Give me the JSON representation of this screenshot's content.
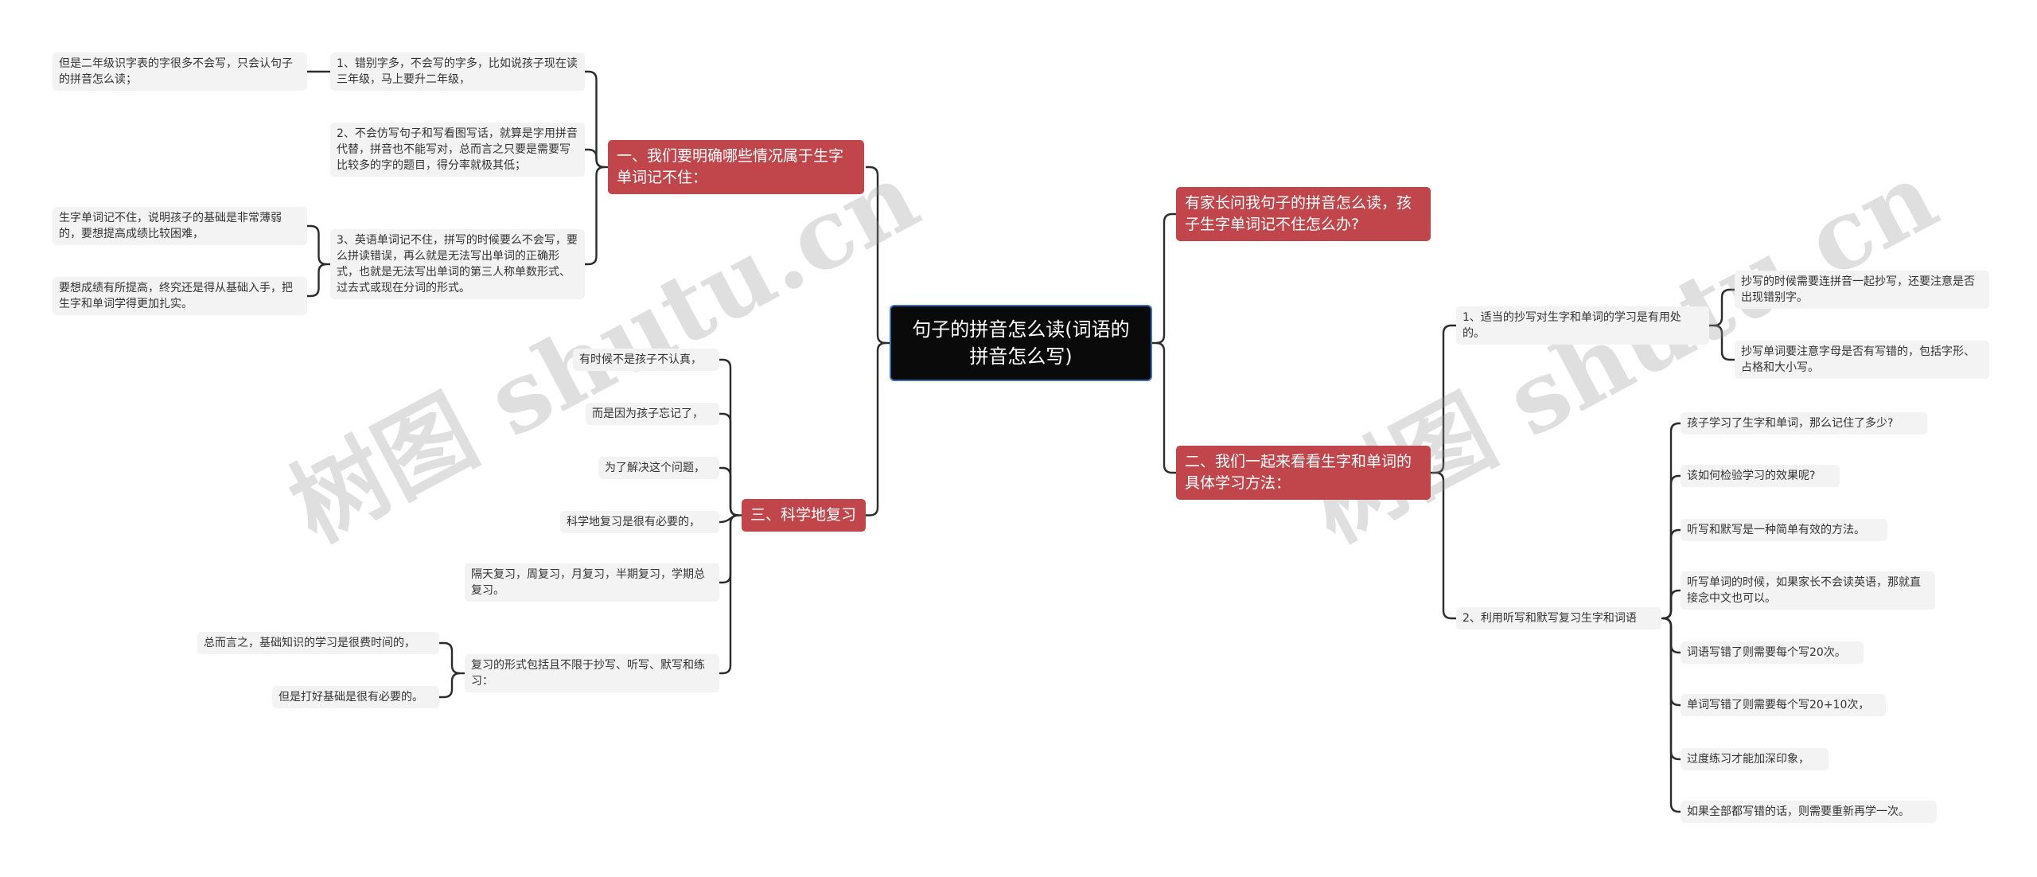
{
  "root": {
    "title": "句子的拼音怎么读(词语的拼音怎么写)"
  },
  "right": {
    "b1": {
      "label": "有家长问我句子的拼音怎么读，孩子生字单词记不住怎么办?"
    },
    "b2": {
      "label": "二、我们一起来看看生字和单词的具体学习方法：",
      "sub1": {
        "label": "1、适当的抄写对生字和单词的学习是有用处的。",
        "items": [
          "抄写的时候需要连拼音一起抄写，还要注意是否出现错别字。",
          "抄写单词要注意字母是否有写错的，包括字形、占格和大小写。"
        ]
      },
      "sub2": {
        "label": "2、利用听写和默写复习生字和词语",
        "items": [
          "孩子学习了生字和单词，那么记住了多少?",
          "该如何检验学习的效果呢?",
          "听写和默写是一种简单有效的方法。",
          "听写单词的时候，如果家长不会读英语，那就直接念中文也可以。",
          "词语写错了则需要每个写20次。",
          "单词写错了则需要每个写20+10次，",
          "过度练习才能加深印象，",
          "如果全部都写错的话，则需要重新再学一次。"
        ]
      }
    }
  },
  "left": {
    "b1": {
      "label": "一、我们要明确哪些情况属于生字单词记不住：",
      "items": [
        "1、错别字多，不会写的字多，比如说孩子现在读三年级，马上要升二年级，",
        "2、不会仿写句子和写看图写话，就算是字用拼音代替，拼音也不能写对，总而言之只要是需要写比较多的字的题目，得分率就极其低；",
        "3、英语单词记不住，拼写的时候要么不会写，要么拼读错误，再么就是无法写出单词的正确形式，也就是无法写出单词的第三人称单数形式、过去式或现在分词的形式。"
      ],
      "item1_child": "但是二年级识字表的字很多不会写，只会认句子的拼音怎么读；",
      "item3_children": [
        "生字单词记不住，说明孩子的基础是非常薄弱的，要想提高成绩比较困难，",
        "要想成绩有所提高，终究还是得从基础入手，把生字和单词学得更加扎实。"
      ]
    },
    "b2": {
      "label": "三、科学地复习",
      "items": [
        "有时候不是孩子不认真，",
        "而是因为孩子忘记了，",
        "为了解决这个问题，",
        "科学地复习是很有必要的，",
        "隔天复习，周复习，月复习，半期复习，学期总复习。",
        "复习的形式包括且不限于抄写、听写、默写和练习："
      ],
      "item6_children": [
        "总而言之，基础知识的学习是很费时间的，",
        "但是打好基础是很有必要的。"
      ]
    }
  },
  "watermark": "树图 shutu.cn",
  "colors": {
    "root_bg": "#0a0a0a",
    "root_border": "#3f6fb4",
    "branch_bg": "#c0464b",
    "leaf_bg": "#f3f3f3",
    "line": "#2b2b2b"
  }
}
